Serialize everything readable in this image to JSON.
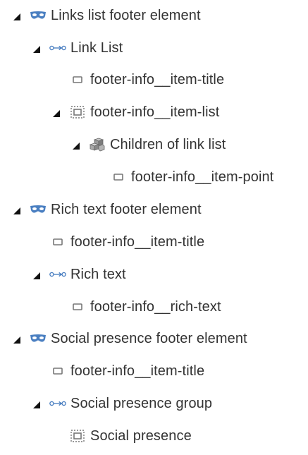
{
  "tree": {
    "nodes": [
      {
        "label": "Links list footer element",
        "icon": "mask-icon"
      },
      {
        "label": "Link List",
        "icon": "link-chain-icon"
      },
      {
        "label": "footer-info__item-title",
        "icon": "element-box-icon"
      },
      {
        "label": "footer-info__item-list",
        "icon": "nested-box-icon"
      },
      {
        "label": "Children of link list",
        "icon": "cubes-icon"
      },
      {
        "label": "footer-info__item-point",
        "icon": "element-box-icon"
      },
      {
        "label": "Rich text footer element",
        "icon": "mask-icon"
      },
      {
        "label": "footer-info__item-title",
        "icon": "element-box-icon"
      },
      {
        "label": "Rich text",
        "icon": "link-chain-icon"
      },
      {
        "label": "footer-info__rich-text",
        "icon": "element-box-icon"
      },
      {
        "label": "Social presence footer element",
        "icon": "mask-icon"
      },
      {
        "label": "footer-info__item-title",
        "icon": "element-box-icon"
      },
      {
        "label": "Social presence group",
        "icon": "link-chain-icon"
      },
      {
        "label": "Social presence",
        "icon": "nested-box-icon"
      }
    ]
  },
  "colors": {
    "text": "#333333",
    "icon_blue": "#4a7fc1",
    "icon_gray": "#777777",
    "toggle": "#111111"
  }
}
